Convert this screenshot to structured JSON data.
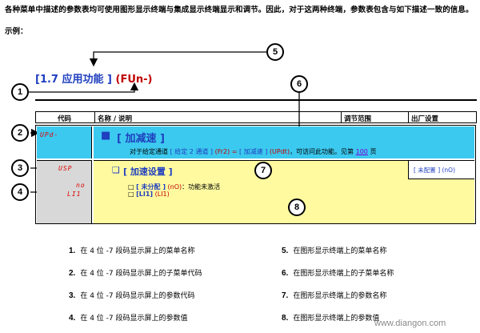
{
  "intro": "各种菜单中描述的参数表均可使用图形显示终端与集成显示终端显示和调节。因此，对于这两种终端，参数表包含与如下描述一致的信息。",
  "example_label": "示例：",
  "title": {
    "code": "[1.7 应用功能 ]",
    "lcd": "(FUn-)"
  },
  "headers": {
    "code": "代码",
    "name": "名称 / 说明",
    "range": "调节范围",
    "factory": "出厂设置"
  },
  "submenu": {
    "lcd": "UPd-",
    "bullet": "■",
    "name": "[ 加减速 ]",
    "desc_prefix": "对于给定通道",
    "desc_chan": "[ 给定 2 通道 ]",
    "desc_fr2": "(Fr2) =",
    "desc_mid": "[ 加减速 ]",
    "desc_upd": "(UPdt)",
    "desc_suffix": "，可访问此功能。见第",
    "page_link": "100",
    "desc_end": "页"
  },
  "param": {
    "lcd": "USP",
    "bullet": "❑",
    "name": "[ 加速设置 ]",
    "factory_value": "[ 未配置 ] (nO)"
  },
  "values": [
    {
      "lcd": "no",
      "name": "[ 未分配 ]",
      "code": "(nO)",
      "desc": "：功能未激活"
    },
    {
      "lcd": "LI1",
      "name": "[LI1]",
      "code": "(LI1)",
      "desc": ""
    }
  ],
  "callouts": [
    "1",
    "2",
    "3",
    "4",
    "5",
    "6",
    "7",
    "8"
  ],
  "legend": [
    {
      "num": "1.",
      "text": "在 4 位 -7 段码显示屏上的菜单名称"
    },
    {
      "num": "2.",
      "text": "在 4 位 -7 段码显示屏上的子菜单代码"
    },
    {
      "num": "3.",
      "text": "在 4 位 -7 段码显示屏上的参数代码"
    },
    {
      "num": "4.",
      "text": "在 4 位 -7 段码显示屏上的参数值"
    },
    {
      "num": "5.",
      "text": "在图形显示终端上的菜单名称"
    },
    {
      "num": "6.",
      "text": "在图形显示终端上的子菜单名称"
    },
    {
      "num": "7.",
      "text": "在图形显示终端上的参数名称"
    },
    {
      "num": "8.",
      "text": "在图形显示终端上的参数值"
    }
  ],
  "watermark": "www.diangon.com"
}
